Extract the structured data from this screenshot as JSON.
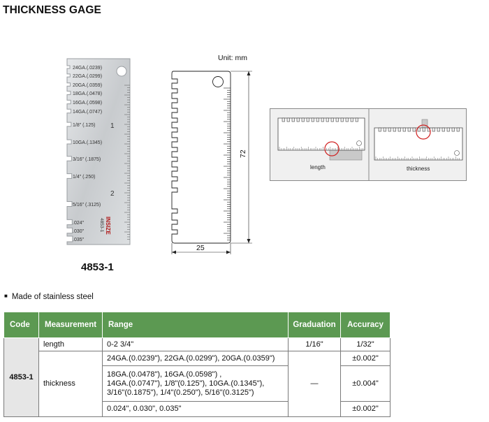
{
  "title": "THICKNESS GAGE",
  "model_caption": "4853-1",
  "unit_label": "Unit: mm",
  "drawing": {
    "height_dim": "72",
    "width_dim": "25"
  },
  "photo": {
    "gauge_labels": [
      "24GA.(.0239)",
      "22GA.(.0299)",
      "20GA.(.0359)",
      "18GA.(.0478)",
      "16GA.(.0598)",
      "14GA.(.0747)",
      "1/8\" (.125)",
      "10GA.(.1345)",
      "3/16\" (.1875)",
      "1/4\" (.250)",
      "5/16\" (.3125)",
      ".024\"",
      ".030\"",
      ".035\""
    ],
    "scale_marks": [
      "1",
      "2"
    ],
    "brand": "INSIZE",
    "model_stamp": "4853-1"
  },
  "usage": {
    "length_label": "length",
    "thickness_label": "thickness"
  },
  "feature": "Made of stainless steel",
  "table": {
    "headers": {
      "code": "Code",
      "measurement": "Measurement",
      "range": "Range",
      "graduation": "Graduation",
      "accuracy": "Accuracy"
    },
    "code": "4853-1",
    "length": {
      "measurement": "length",
      "range": "0-2 3/4\"",
      "graduation": "1/16\"",
      "accuracy": "1/32\""
    },
    "thickness": {
      "measurement": "thickness",
      "graduation": "—",
      "row1": {
        "range": "24GA.(0.0239\"), 22GA.(0.0299\"), 20GA.(0.0359\")",
        "accuracy": "±0.002\""
      },
      "row2": {
        "range_lines": [
          "18GA.(0.0478\"), 16GA.(0.0598\") ,",
          "14GA.(0.0747\"), 1/8\"(0.125\"), 10GA.(0.1345\"),",
          "3/16\"(0.1875\"), 1/4\"(0.250\"), 5/16\"(0.3125\")"
        ],
        "accuracy": "±0.004\""
      },
      "row3": {
        "range": "0.024\", 0.030\", 0.035\"",
        "accuracy": "±0.002\""
      }
    }
  }
}
